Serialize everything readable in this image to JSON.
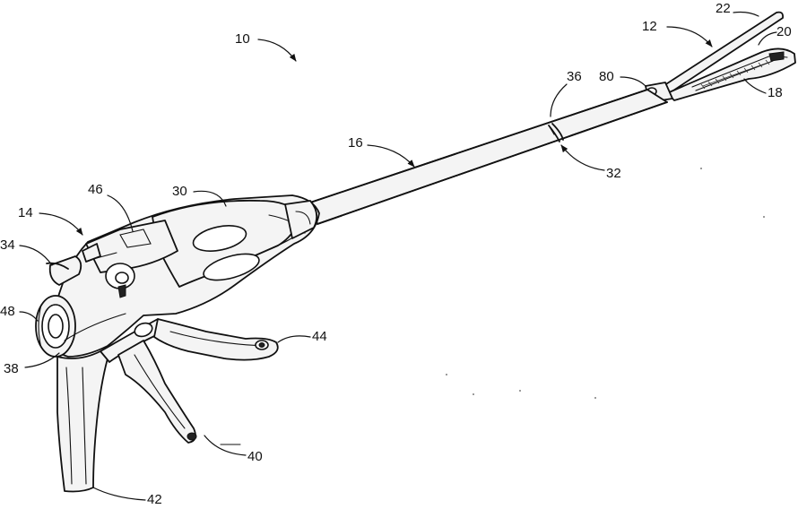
{
  "figure": {
    "reference_numerals": {
      "n10": "10",
      "n12": "12",
      "n14": "14",
      "n16": "16",
      "n18": "18",
      "n20": "20",
      "n22": "22",
      "n30": "30",
      "n32": "32",
      "n34": "34",
      "n36": "36",
      "n38": "38",
      "n40": "40",
      "n42": "42",
      "n44": "44",
      "n46": "46",
      "n48": "48",
      "n80": "80"
    }
  }
}
